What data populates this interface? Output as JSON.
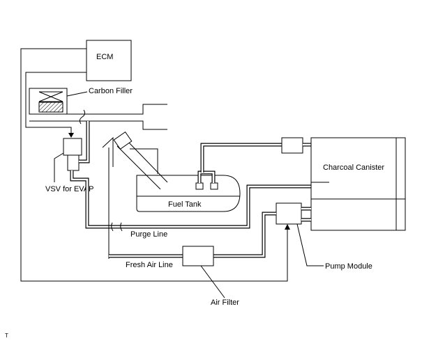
{
  "labels": {
    "ecm": "ECM",
    "carbon_filler": "Carbon Filler",
    "vsv": "VSV for EVAP",
    "fuel_tank": "Fuel Tank",
    "charcoal_canister": "Charcoal Canister",
    "purge_line": "Purge Line",
    "fresh_air_line": "Fresh Air Line",
    "pump_module": "Pump Module",
    "air_filter": "Air Filter",
    "corner_mark": "T"
  }
}
